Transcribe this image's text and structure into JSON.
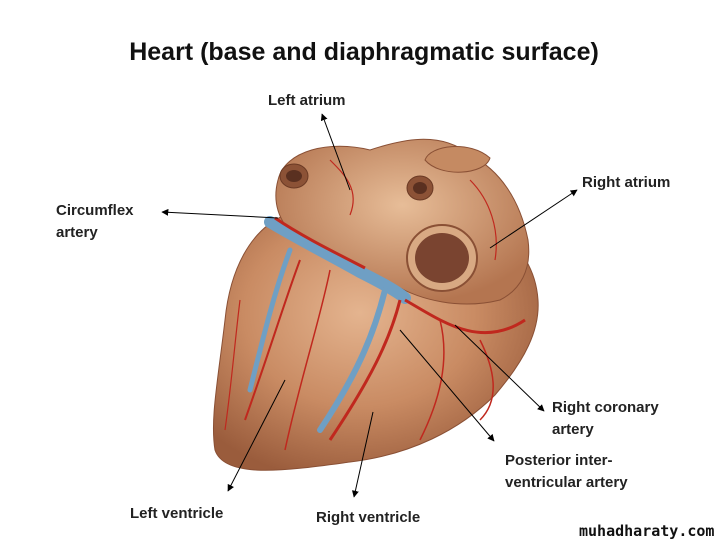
{
  "title": "Heart (base and diaphragmatic surface)",
  "labels": {
    "left_atrium": "Left atrium",
    "right_atrium": "Right atrium",
    "circumflex_artery_1": "Circumflex",
    "circumflex_artery_2": "artery",
    "right_coronary_artery_1": "Right coronary",
    "right_coronary_artery_2": "artery",
    "posterior_interventricular_artery_1": "Posterior inter-",
    "posterior_interventricular_artery_2": "ventricular artery",
    "left_ventricle": "Left ventricle",
    "right_ventricle": "Right ventricle"
  },
  "watermark": "muhadharaty.com",
  "colors": {
    "myocardium": "#c98b63",
    "artery": "#c0281e",
    "vein": "#6f9fc4",
    "leader_line": "#000000"
  }
}
